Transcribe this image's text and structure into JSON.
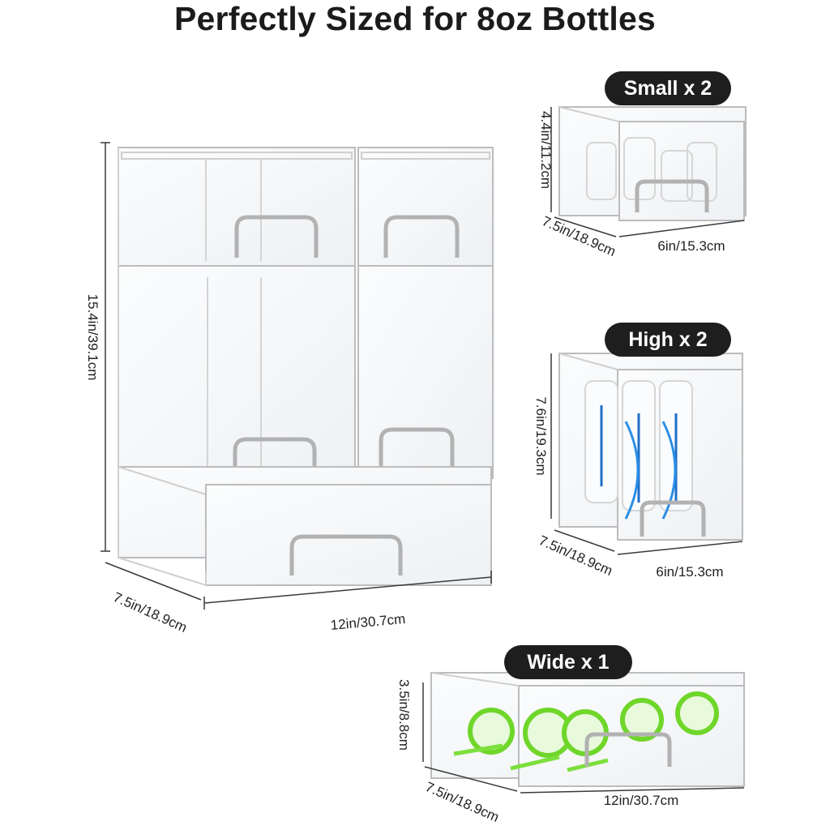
{
  "title": "Perfectly Sized for 8oz Bottles",
  "colors": {
    "pill_bg": "#1e1e1e",
    "pill_text": "#ffffff",
    "line": "#b9b9b9",
    "bottle_blue": "#1f6fc7",
    "ring_green": "#6fd62a"
  },
  "labels": {
    "small": "Small x 2",
    "high": "High x 2",
    "wide": "Wide x 1"
  },
  "dimensions": {
    "stack_height": "15.4in/39.1cm",
    "stack_depth": "7.5in/18.9cm",
    "stack_width": "12in/30.7cm",
    "small_height": "4.4in/11.2cm",
    "small_depth": "7.5in/18.9cm",
    "small_width": "6in/15.3cm",
    "high_height": "7.6in/19.3cm",
    "high_depth": "7.5in/18.9cm",
    "high_width": "6in/15.3cm",
    "wide_height": "3.5in/8.8cm",
    "wide_depth": "7.5in/18.9cm",
    "wide_width": "12in/30.7cm"
  }
}
